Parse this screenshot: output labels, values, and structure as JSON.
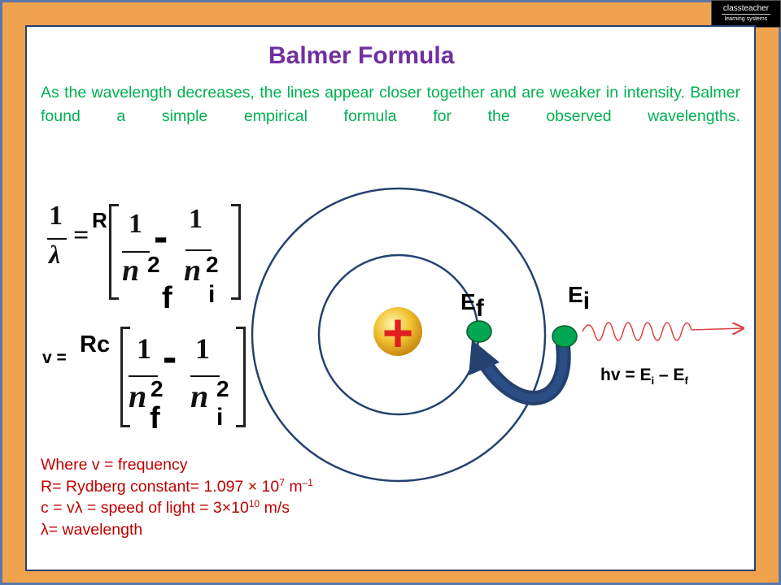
{
  "logo": {
    "line1": "classteacher",
    "line2": "learning systems"
  },
  "title": "Balmer Formula",
  "intro": "As the wavelength decreases, the lines appear closer together and are weaker in intensity. Balmer found a simple empirical formula for the observed wavelengths.",
  "formula1": {
    "lhs_num": "1",
    "lhs_den": "λ",
    "eq": "=",
    "R": "R",
    "minus": "-",
    "term1_num": "1",
    "term1_den": "n",
    "term2_num": "1",
    "term2_den": "n",
    "exp1": "2",
    "exp2": "2",
    "sub1": "f",
    "sub2": "i"
  },
  "formula2": {
    "lhs": "v =",
    "Rc": "Rc",
    "minus": "-",
    "term1_num": "1",
    "term1_den": "n",
    "term2_num": "1",
    "term2_den": "n",
    "exp1": "2",
    "exp2": "2",
    "sub1": "f",
    "sub2": "i"
  },
  "legend": {
    "line1": "Where v = frequency",
    "line2_prefix": "R= Rydberg constant= 1.097 × 10",
    "line2_exp": "7",
    "line2_unit": " m",
    "line2_unit_exp": "–1",
    "line3_prefix": "c = vλ = speed of light = 3",
    "line3_times": "×",
    "line3_base": "10",
    "line3_exp": "10",
    "line3_suffix": " m/s",
    "line4": "λ= wavelength"
  },
  "diagram": {
    "nucleus_sign": "+",
    "Ef_main": "E",
    "Ef_sub": "f",
    "Ei_main": "E",
    "Ei_sub": "i",
    "energy_eq": {
      "lhs": "hv = E",
      "sub_i": "i",
      "minus": " – E",
      "sub_f": "f"
    }
  },
  "colors": {
    "border": "#f1a24d",
    "title": "#7030a0",
    "intro": "#00b050",
    "legend": "#c00000",
    "orbit": "#24416f",
    "electron": "#00a651",
    "arrow": "#24416f",
    "nucleus_plus": "#e02020",
    "wave": "#e04040"
  }
}
